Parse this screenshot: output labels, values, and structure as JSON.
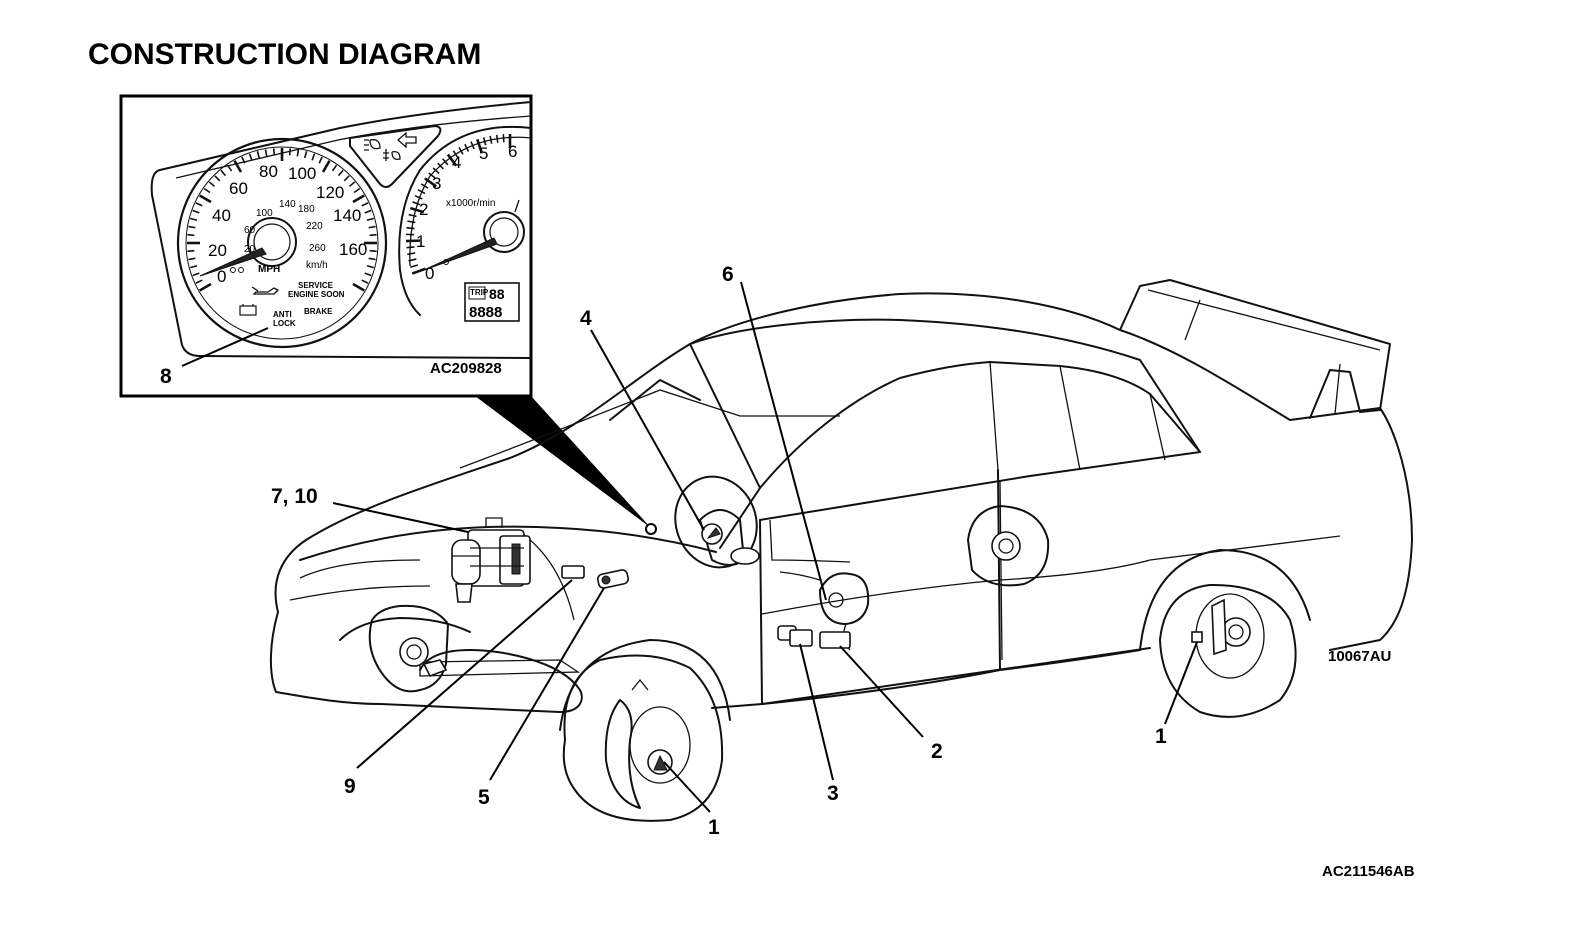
{
  "title": "CONSTRUCTION DIAGRAM",
  "inset": {
    "figure_code": "AC209828",
    "speedometer": {
      "mph_ticks": [
        "0",
        "20",
        "40",
        "60",
        "80",
        "100",
        "120",
        "140",
        "160"
      ],
      "kmh_ticks": [
        "20",
        "60",
        "100",
        "140",
        "180",
        "220",
        "260"
      ],
      "unit_mph": "MPH",
      "unit_kmh": "km/h",
      "warning_service": "SERVICE",
      "warning_engine_soon": "ENGINE SOON",
      "warning_anti": "ANTI",
      "warning_lock": "LOCK",
      "warning_brake": "BRAKE"
    },
    "tachometer": {
      "ticks": [
        "0",
        "1",
        "2",
        "3",
        "4",
        "5",
        "6"
      ],
      "unit": "x1000r/min"
    },
    "odometer": {
      "trip_label": "TRIP",
      "top_digits": "88",
      "bottom_digits": "8888"
    }
  },
  "labels": {
    "l1_front": "1",
    "l1_rear": "1",
    "l2": "2",
    "l3": "3",
    "l4": "4",
    "l5": "5",
    "l6": "6",
    "l7_10": "7, 10",
    "l8": "8",
    "l9": "9"
  },
  "car_code": "10067AU",
  "figure_code": "AC211546AB"
}
